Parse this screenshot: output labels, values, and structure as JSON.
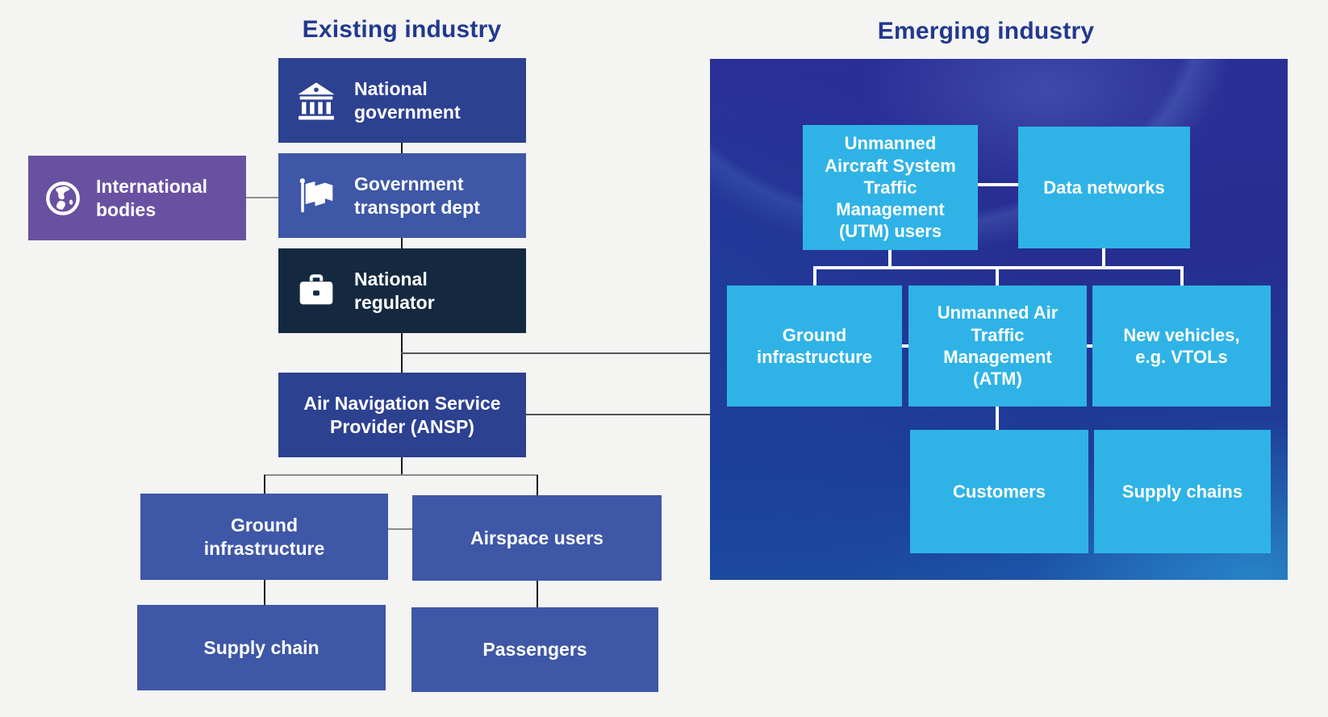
{
  "headings": {
    "existing": "Existing industry",
    "emerging": "Emerging industry"
  },
  "existing": {
    "nodes": {
      "national_government": {
        "label": "National government",
        "icon": "bank-icon"
      },
      "international_bodies": {
        "label": "International bodies",
        "icon": "globe-icon"
      },
      "government_transport": {
        "label": "Government transport dept",
        "icon": "flag-icon"
      },
      "national_regulator": {
        "label": "National regulator",
        "icon": "briefcase-icon"
      },
      "ansp": {
        "label": "Air Navigation Service Provider (ANSP)"
      },
      "ground_infrastructure": {
        "label": "Ground infrastructure"
      },
      "airspace_users": {
        "label": "Airspace users"
      },
      "supply_chain": {
        "label": "Supply chain"
      },
      "passengers": {
        "label": "Passengers"
      }
    }
  },
  "emerging": {
    "nodes": {
      "utm_users": {
        "label": "Unmanned Aircraft System Traffic Management (UTM) users"
      },
      "data_networks": {
        "label": "Data networks"
      },
      "ground_infrastructure": {
        "label": "Ground infrastructure"
      },
      "atm": {
        "label": "Unmanned Air Traffic Management (ATM)"
      },
      "new_vehicles": {
        "label": "New vehicles, e.g. VTOLs"
      },
      "customers": {
        "label": "Customers"
      },
      "supply_chains": {
        "label": "Supply chains"
      }
    }
  },
  "colors": {
    "background": "#f4f4f3",
    "heading_text": "#22398e",
    "dark_blue_box": "#2d4191",
    "medium_blue_box": "#3e57a7",
    "navy_box": "#142940",
    "purple_box": "#6951a1",
    "light_blue_box": "#2fb3e6",
    "panel_top": "#2b2f97",
    "panel_bottom": "#1a4fa2",
    "white_connector": "#ffffff",
    "gray_connector": "#8c8c8c",
    "dark_connector": "#1a1a1a"
  }
}
